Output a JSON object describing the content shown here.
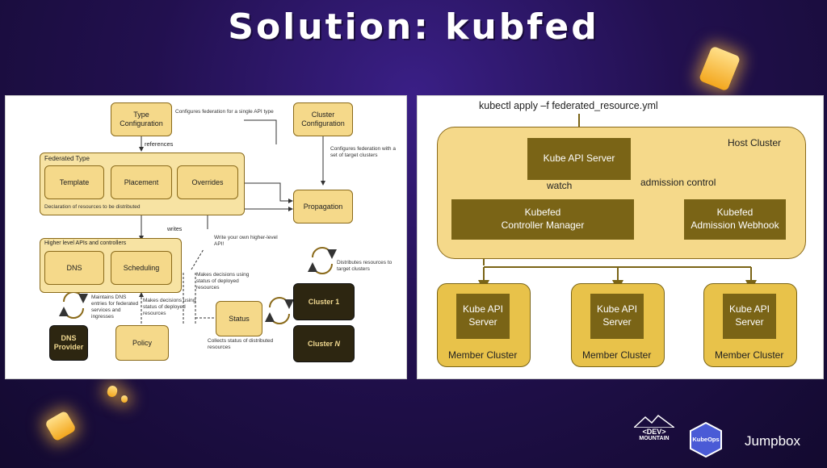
{
  "title": "Solution: kubfed",
  "left_diagram": {
    "type_config": "Type Configuration",
    "type_config_note": "Configures federation for a single API type",
    "cluster_config": "Cluster Configuration",
    "cluster_config_note": "Configures federation with a set of target clusters",
    "references": "references",
    "federated_type": "Federated Type",
    "template": "Template",
    "placement": "Placement",
    "overrides": "Overrides",
    "declaration_note": "Declaration of resources to be distributed",
    "propagation": "Propagation",
    "writes": "writes",
    "higher_level": "Higher level APIs and controllers",
    "dns": "DNS",
    "scheduling": "Scheduling",
    "write_own_note": "Write your own higher-level API!",
    "decisions_note_1": "Makes decisions using status of deployed resources",
    "decisions_note_2": "Makes decisions using status of deployed resources",
    "distributes_note": "Distributes resources to target clusters",
    "maintains_note": "Maintains DNS entries for federated services and ingresses",
    "dns_provider": "DNS Provider",
    "policy": "Policy",
    "status": "Status",
    "collects_note": "Collects status of distributed resources",
    "cluster1": "Cluster 1",
    "clusterN_prefix": "Cluster ",
    "clusterN_suffix": "N"
  },
  "right_diagram": {
    "command": "kubectl apply –f federated_resource.yml",
    "host_cluster": "Host Cluster",
    "kube_api_server": "Kube API Server",
    "watch": "watch",
    "admission_control": "admission control",
    "controller_line1": "Kubefed",
    "controller_line2": "Controller Manager",
    "webhook_line1": "Kubefed",
    "webhook_line2": "Admission Webhook",
    "members": [
      {
        "api_line1": "Kube API",
        "api_line2": "Server",
        "label": "Member Cluster"
      },
      {
        "api_line1": "Kube API",
        "api_line2": "Server",
        "label": "Member Cluster"
      },
      {
        "api_line1": "Kube API",
        "api_line2": "Server",
        "label": "Member Cluster"
      }
    ]
  },
  "logos": {
    "dev_mountain_line1": "<DEV>",
    "dev_mountain_line2": "MOUNTAIN",
    "kubeops": "KubeOps",
    "jumpbox": "Jumpbox"
  }
}
